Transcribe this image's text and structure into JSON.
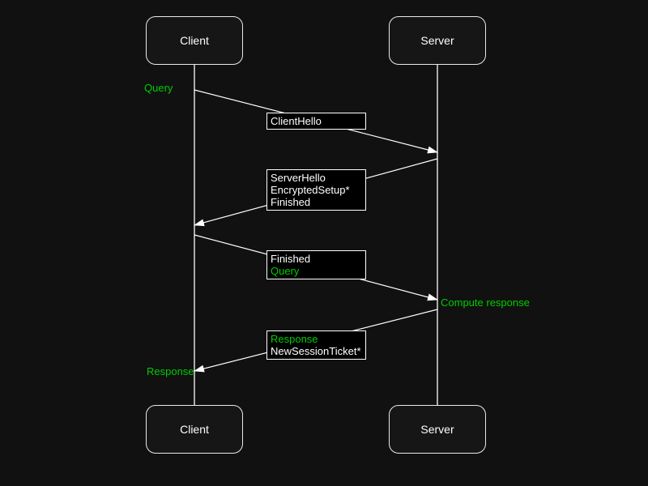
{
  "colors": {
    "background": "#111111",
    "actor_box_fill": "#161616",
    "actor_border": "#e9e9e9",
    "message_box_fill": "#000000",
    "line": "#ffffff",
    "text": "#ffffff",
    "green": "#00cc00"
  },
  "actors": {
    "top_left": "Client",
    "top_right": "Server",
    "bottom_left": "Client",
    "bottom_right": "Server"
  },
  "messages": [
    {
      "name": "client-hello",
      "direction": "client-to-server",
      "lines": [
        {
          "text": "ClientHello",
          "color": "#ffffff"
        }
      ]
    },
    {
      "name": "server-hello",
      "direction": "server-to-client",
      "lines": [
        {
          "text": "ServerHello",
          "color": "#ffffff"
        },
        {
          "text": "EncryptedSetup*",
          "color": "#ffffff"
        },
        {
          "text": "Finished",
          "color": "#ffffff"
        }
      ]
    },
    {
      "name": "finished-query",
      "direction": "client-to-server",
      "lines": [
        {
          "text": "Finished",
          "color": "#ffffff"
        },
        {
          "text": "Query",
          "color": "#00cc00"
        }
      ]
    },
    {
      "name": "response-ticket",
      "direction": "server-to-client",
      "lines": [
        {
          "text": "Response",
          "color": "#00cc00"
        },
        {
          "text": "NewSessionTicket*",
          "color": "#ffffff"
        }
      ]
    }
  ],
  "annotations": [
    {
      "text": "Query",
      "color": "#00cc00"
    },
    {
      "text": "Compute response",
      "color": "#00cc00"
    },
    {
      "text": "Response",
      "color": "#00cc00"
    }
  ]
}
